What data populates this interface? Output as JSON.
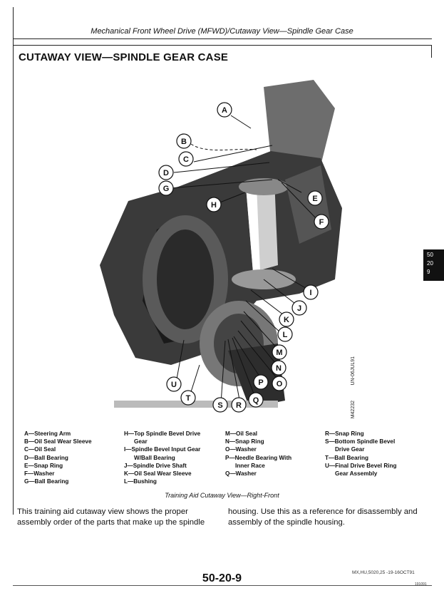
{
  "header": {
    "title": "Mechanical Front Wheel Drive (MFWD)/Cutaway View—Spindle Gear Case"
  },
  "section_title": "CUTAWAY VIEW—SPINDLE GEAR CASE",
  "figure": {
    "callouts": [
      "A",
      "B",
      "C",
      "D",
      "E",
      "F",
      "G",
      "H",
      "I",
      "J",
      "K",
      "L",
      "M",
      "N",
      "O",
      "P",
      "Q",
      "R",
      "S",
      "T",
      "U"
    ],
    "codes": [
      "UN-06JUL91",
      "M42232"
    ]
  },
  "legend": {
    "col1": [
      "A—Steering Arm",
      "B—Oil Seal Wear Sleeve",
      "C—Oil Seal",
      "D—Ball Bearing",
      "E—Snap Ring",
      "F—Washer",
      "G—Ball Bearing"
    ],
    "col2": [
      "H—Top Spindle Bevel Drive",
      "Gear",
      "I—Spindle Bevel Input Gear",
      "W/Ball Bearing",
      "J—Spindle Drive Shaft",
      "K—Oil Seal Wear Sleeve",
      "L—Bushing"
    ],
    "col3": [
      "M—Oil Seal",
      "N—Snap Ring",
      "O—Washer",
      "P—Needle Bearing With",
      "Inner Race",
      "Q—Washer"
    ],
    "col4": [
      "R—Snap Ring",
      "S—Bottom Spindle Bevel",
      "Drive Gear",
      "T—Ball Bearing",
      "U—Final Drive Bevel Ring",
      "Gear Assembly"
    ]
  },
  "caption": "Training Aid Cutaway View—Right-Front",
  "body": {
    "left": "This training aid cutaway view shows the proper assembly order of the parts that make up the spindle",
    "right": "housing. Use this as a reference for disassembly and assembly of the spindle housing."
  },
  "side_tab": {
    "line1": "50",
    "line2": "20",
    "line3": "9"
  },
  "footer": {
    "code": "MX,HU,5020,25 -19-16OCT91",
    "page": "50-20-9",
    "small": "191091"
  }
}
